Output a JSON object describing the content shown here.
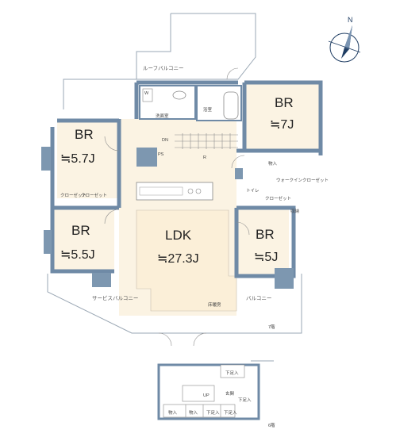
{
  "colors": {
    "wall": "#6f8aa6",
    "wall_fill": "#7d97b0",
    "room": "#fbf3e3",
    "outline": "#9aa7b4",
    "compass": "#1f3d63"
  },
  "compass": {
    "north_label": "N"
  },
  "rooms": {
    "br_top_right": {
      "name": "BR",
      "size": "≒7J"
    },
    "br_left_top": {
      "name": "BR",
      "size": "≒5.7J"
    },
    "br_left_bottom": {
      "name": "BR",
      "size": "≒5.5J"
    },
    "br_right_bottom": {
      "name": "BR",
      "size": "≒5J"
    },
    "ldk": {
      "name": "LDK",
      "size": "≒27.3J"
    }
  },
  "labels": {
    "roof_balcony": "ルーフバルコニー",
    "washroom": "洗面室",
    "bathroom": "浴室",
    "w": "W",
    "dn": "DN",
    "r": "R",
    "ps": "PS",
    "closet_1": "クローゼット",
    "closet_2": "クローゼット",
    "walk_in_closet": "ウォークインクローゼット",
    "closet_3": "クローゼット",
    "storage_right": "物入",
    "toilet": "トイレ",
    "cf_storage": "収納",
    "service_balcony": "サービスバルコニー",
    "balcony": "バルコニー",
    "floor_7": "7階",
    "floor_6": "6階",
    "heat_detector": "床暖房",
    "entrance": "玄関",
    "shoe_box": "下足入",
    "up": "UP",
    "storage_a": "物入",
    "storage_b": "物入",
    "shoe_a": "下足入",
    "shoe_b": "下足入",
    "shoe_c": "下足入"
  }
}
